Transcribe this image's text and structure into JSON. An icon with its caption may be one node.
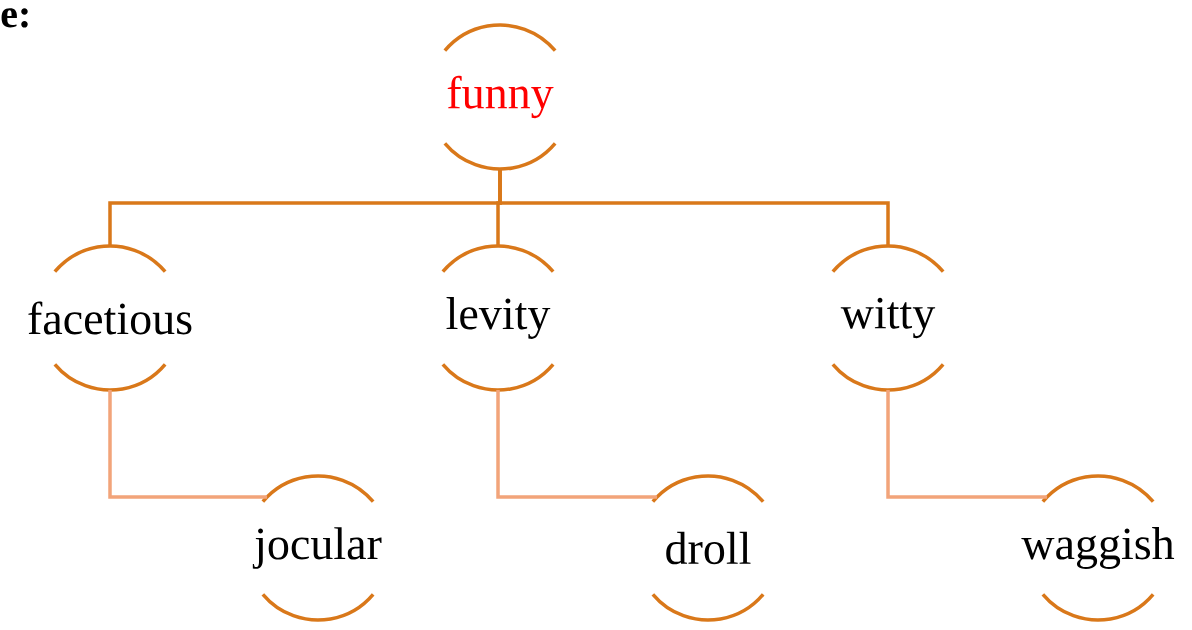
{
  "diagram": {
    "nodes": [
      {
        "text": [
          "funny"
        ]
      },
      {
        "text": [
          "facetious"
        ]
      },
      {
        "text": [
          "levity"
        ]
      },
      {
        "text": [
          "witty"
        ]
      },
      {
        "text": [
          "jocular"
        ]
      },
      {
        "text": [
          "droll"
        ]
      },
      {
        "text": [
          "waggish"
        ]
      }
    ],
    "edges": [
      {
        "from": 0,
        "to": 1,
        "arrow": "none"
      },
      {
        "from": 0,
        "to": 2,
        "arrow": "none"
      },
      {
        "from": 0,
        "to": 3,
        "arrow": "none"
      },
      {
        "from": 1,
        "to": 4,
        "arrow": "none",
        "color": "#f2a47a"
      },
      {
        "from": 2,
        "to": 5,
        "arrow": "none",
        "color": "#f2a47a"
      },
      {
        "from": 3,
        "to": 6,
        "arrow": "none",
        "color": "#f2a47a"
      }
    ],
    "labels": [
      "e:"
    ]
  }
}
